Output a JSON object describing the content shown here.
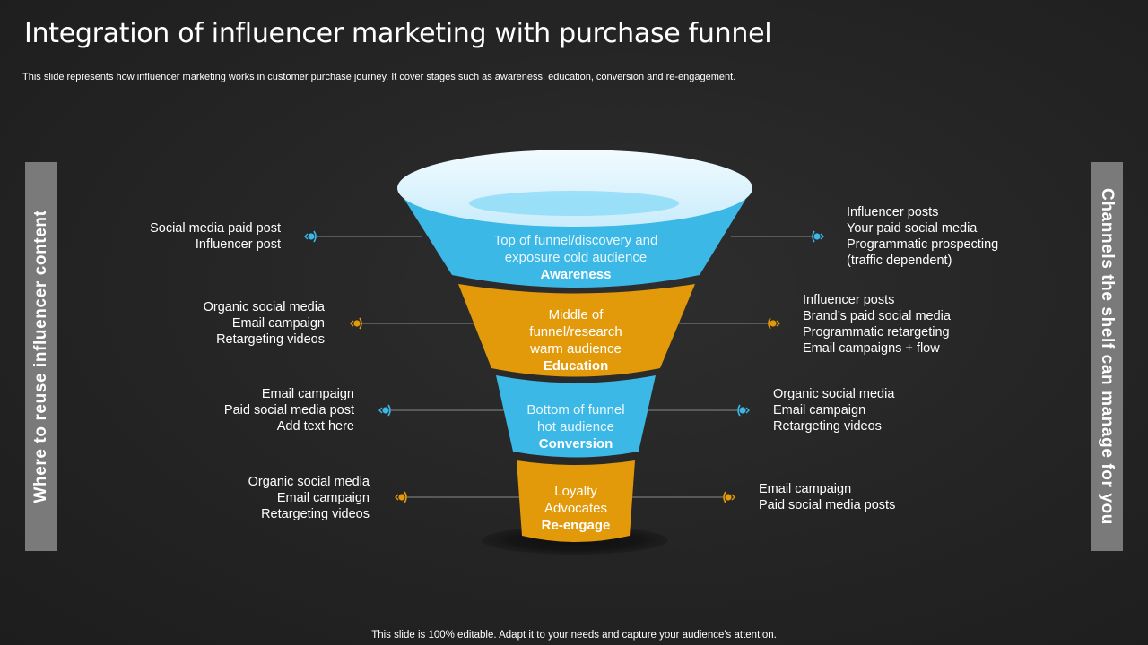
{
  "title": "Integration of influencer marketing with purchase funnel",
  "subtitle": "This slide represents  how influencer marketing works in customer purchase journey. It cover stages such as awareness, education, conversion and re-engagement.",
  "left_bar": "Where  to reuse influencer content",
  "right_bar": "Channels the shelf can manage for you",
  "colors": {
    "blue": "#3cb8e6",
    "orange": "#e29a0b",
    "side_bar": "#7a7a7a",
    "background": "#262626"
  },
  "stages": [
    {
      "lines": [
        "Top of funnel/discovery  and",
        "exposure cold audience"
      ],
      "name": "Awareness",
      "left": [
        "Social media paid post",
        "Influencer post"
      ],
      "right": [
        "Influencer posts",
        "Your paid social media",
        "Programmatic prospecting",
        "(traffic dependent)"
      ]
    },
    {
      "lines": [
        "Middle of",
        "funnel/research",
        "warm audience"
      ],
      "name": "Education",
      "left": [
        "Organic social media",
        "Email campaign",
        "Retargeting videos"
      ],
      "right": [
        "Influencer posts",
        "Brand’s paid social media",
        "Programmatic retargeting",
        "Email campaigns + flow"
      ]
    },
    {
      "lines": [
        "Bottom of funnel",
        "hot audience"
      ],
      "name": "Conversion",
      "left": [
        "Email campaign",
        "Paid social media post",
        "Add text here"
      ],
      "right": [
        "Organic social media",
        "Email campaign",
        "Retargeting videos"
      ]
    },
    {
      "lines": [
        "Loyalty",
        "Advocates"
      ],
      "name": "Re-engage",
      "left": [
        "Organic social media",
        "Email campaign",
        "Retargeting videos"
      ],
      "right": [
        "Email campaign",
        "Paid social media posts"
      ]
    }
  ],
  "footer": "This slide is 100% editable. Adapt it to your needs and capture your audience's attention."
}
